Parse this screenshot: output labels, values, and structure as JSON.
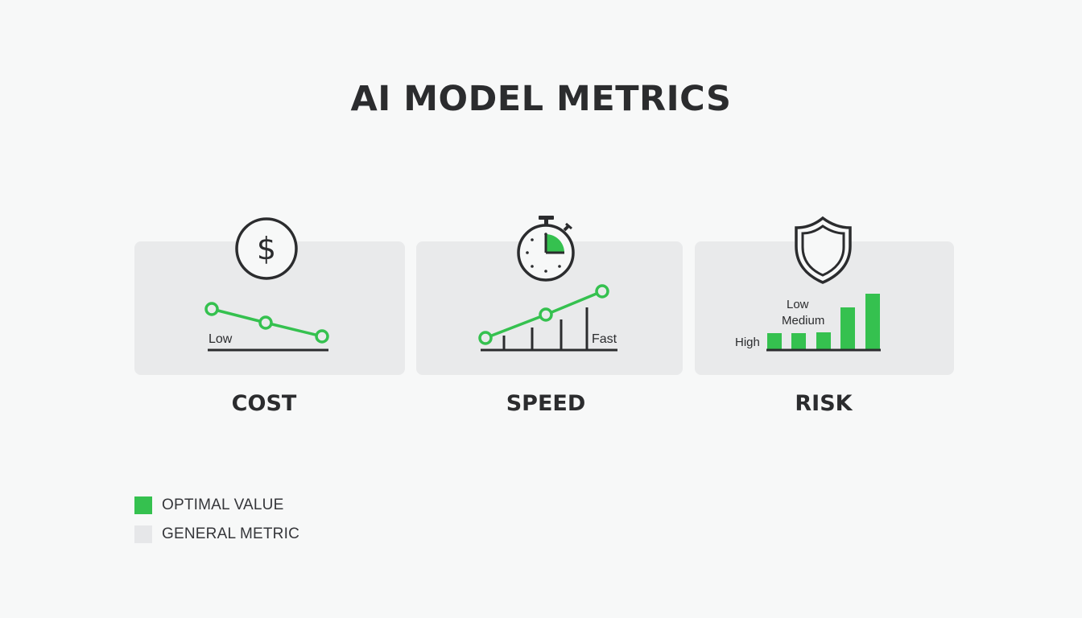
{
  "title": "AI MODEL METRICS",
  "colors": {
    "optimal": "#35c14f",
    "general": "#e9eaeb",
    "ink": "#2b2c2e",
    "background": "#f7f8f8"
  },
  "panels": [
    {
      "id": "cost",
      "label": "COST",
      "icon": "dollar-circle-icon",
      "annotation": "Low"
    },
    {
      "id": "speed",
      "label": "SPEED",
      "icon": "stopwatch-icon",
      "annotation": "Fast"
    },
    {
      "id": "risk",
      "label": "RISK",
      "icon": "shield-icon",
      "annotations": [
        "High",
        "Low",
        "Medium"
      ]
    }
  ],
  "legend": [
    {
      "label": "OPTIMAL VALUE",
      "color": "#35c14f"
    },
    {
      "label": "GENERAL METRIC",
      "color": "#e9eaeb"
    }
  ],
  "chart_data": [
    {
      "type": "line",
      "title": "COST",
      "x": [
        1,
        2,
        3
      ],
      "values": [
        3,
        2,
        1
      ],
      "annotation": "Low",
      "trend": "decreasing"
    },
    {
      "type": "line",
      "title": "SPEED",
      "x": [
        1,
        2,
        3
      ],
      "values": [
        1,
        2,
        3
      ],
      "bars": [
        1,
        1.5,
        2,
        2.7
      ],
      "annotation": "Fast",
      "trend": "increasing"
    },
    {
      "type": "bar",
      "title": "RISK",
      "categories": [
        "1",
        "2",
        "3",
        "4",
        "5"
      ],
      "values": [
        1,
        1,
        1.05,
        2.6,
        3.5
      ],
      "labels": [
        "High",
        "Low",
        "Medium"
      ]
    }
  ]
}
